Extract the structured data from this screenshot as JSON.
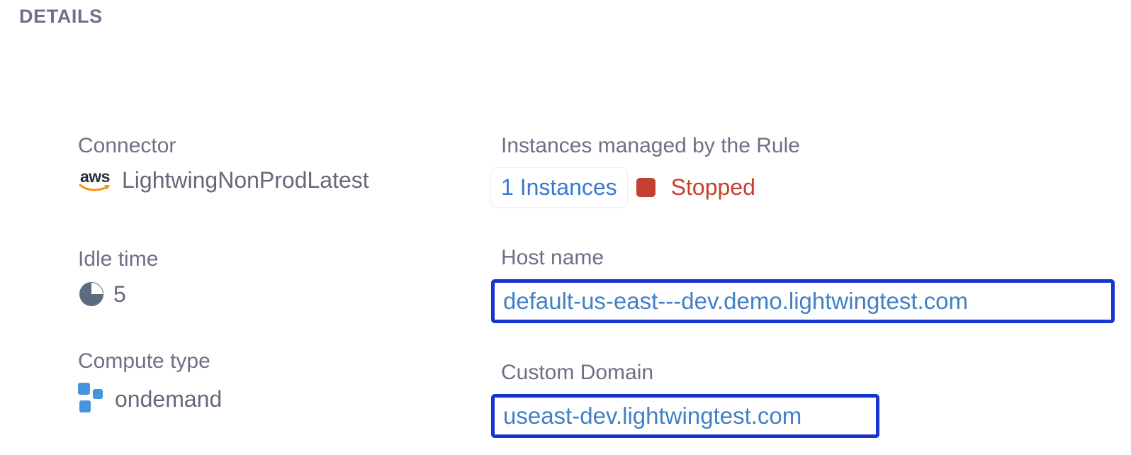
{
  "section": {
    "title": "DETAILS"
  },
  "connector": {
    "label": "Connector",
    "value": "LightwingNonProdLatest",
    "aws_logo_text": "aws"
  },
  "instances": {
    "label": "Instances managed by the Rule",
    "count_link": "1 Instances",
    "status": "Stopped"
  },
  "idle_time": {
    "label": "Idle time",
    "value": "5"
  },
  "host_name": {
    "label": "Host name",
    "value": "default-us-east---dev.demo.lightwingtest.com"
  },
  "compute_type": {
    "label": "Compute type",
    "value": "ondemand"
  },
  "custom_domain": {
    "label": "Custom Domain",
    "value": "useast-dev.lightwingtest.com"
  },
  "colors": {
    "label_gray": "#6d7086",
    "value_gray": "#646879",
    "link_blue": "#3678d3",
    "domain_text_blue": "#4280c4",
    "domain_border_blue": "#1734d2",
    "status_red": "#c53f30",
    "idle_icon_slate": "#5c6c80",
    "compute_icon_blue": "#4495dc",
    "aws_navy": "#252f3e",
    "aws_orange": "#f79400"
  }
}
